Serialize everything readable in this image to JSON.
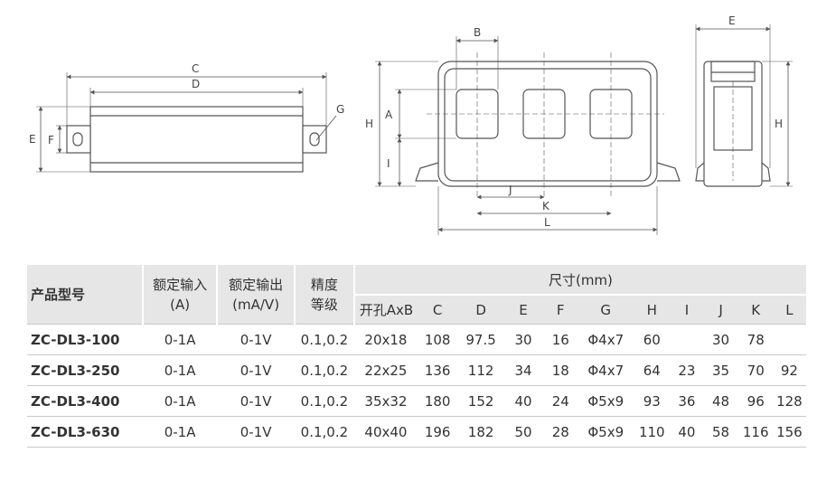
{
  "drawing": {
    "side_view": {
      "labels": [
        "C",
        "D",
        "E",
        "F",
        "G"
      ]
    },
    "front_view": {
      "labels": [
        "B",
        "A",
        "H",
        "I",
        "J",
        "K",
        "L"
      ]
    },
    "end_view": {
      "labels": [
        "E",
        "H"
      ]
    }
  },
  "table": {
    "headers": {
      "model": "产品型号",
      "rated_input": [
        "额定输入",
        "(A)"
      ],
      "rated_output": [
        "额定输出",
        "(mA/V)"
      ],
      "accuracy": [
        "精度",
        "等级"
      ],
      "size": "尺寸(mm)",
      "size_cols": [
        "开孔AxB",
        "C",
        "D",
        "E",
        "F",
        "G",
        "H",
        "I",
        "J",
        "K",
        "L"
      ]
    },
    "rows": [
      [
        "ZC-DL3-100",
        "0-1A",
        "0-1V",
        "0.1,0.2",
        "20x18",
        "108",
        "97.5",
        "30",
        "16",
        "Φ4x7",
        "60",
        "",
        "30",
        "78",
        ""
      ],
      [
        "ZC-DL3-250",
        "0-1A",
        "0-1V",
        "0.1,0.2",
        "22x25",
        "136",
        "112",
        "34",
        "18",
        "Φ4x7",
        "64",
        "23",
        "35",
        "70",
        "92"
      ],
      [
        "ZC-DL3-400",
        "0-1A",
        "0-1V",
        "0.1,0.2",
        "35x32",
        "180",
        "152",
        "40",
        "24",
        "Φ5x9",
        "93",
        "36",
        "48",
        "96",
        "128"
      ],
      [
        "ZC-DL3-630",
        "0-1A",
        "0-1V",
        "0.1,0.2",
        "40x40",
        "196",
        "182",
        "50",
        "28",
        "Φ5x9",
        "110",
        "40",
        "58",
        "116",
        "156"
      ]
    ]
  }
}
